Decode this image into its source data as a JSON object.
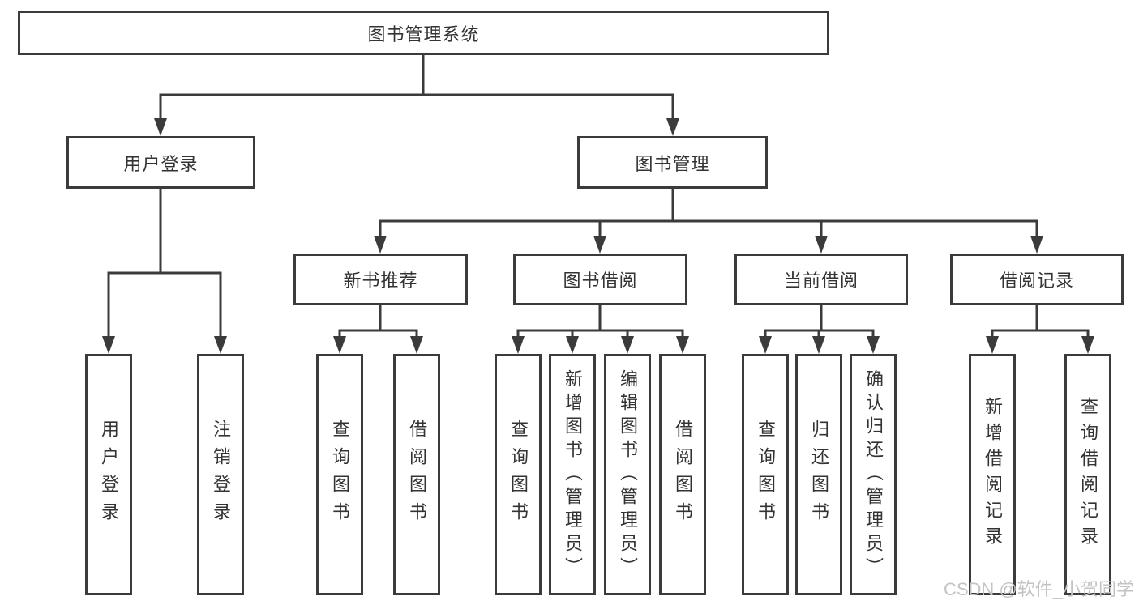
{
  "title": "图书管理系统",
  "watermark": {
    "text": "CSDN @软件_小贺同学"
  },
  "colors": {
    "line": "#3b3b3b",
    "text": "#333333",
    "watermark": "#c3c3c3",
    "background": "#ffffff"
  },
  "tree": {
    "root": {
      "label": "图书管理系统",
      "children": [
        {
          "label": "用户登录",
          "children": [
            {
              "label": "用户登录"
            },
            {
              "label": "注销登录"
            }
          ]
        },
        {
          "label": "图书管理",
          "children": [
            {
              "label": "新书推荐",
              "children": [
                {
                  "label": "查询图书"
                },
                {
                  "label": "借阅图书"
                }
              ]
            },
            {
              "label": "图书借阅",
              "children": [
                {
                  "label": "查询图书"
                },
                {
                  "label": "新增图书（管理员）"
                },
                {
                  "label": "编辑图书（管理员）"
                },
                {
                  "label": "借阅图书"
                }
              ]
            },
            {
              "label": "当前借阅",
              "children": [
                {
                  "label": "查询图书"
                },
                {
                  "label": "归还图书"
                },
                {
                  "label": "确认归还（管理员）"
                }
              ]
            },
            {
              "label": "借阅记录",
              "children": [
                {
                  "label": "新增借阅记录"
                },
                {
                  "label": "查询借阅记录"
                }
              ]
            }
          ]
        }
      ]
    }
  }
}
